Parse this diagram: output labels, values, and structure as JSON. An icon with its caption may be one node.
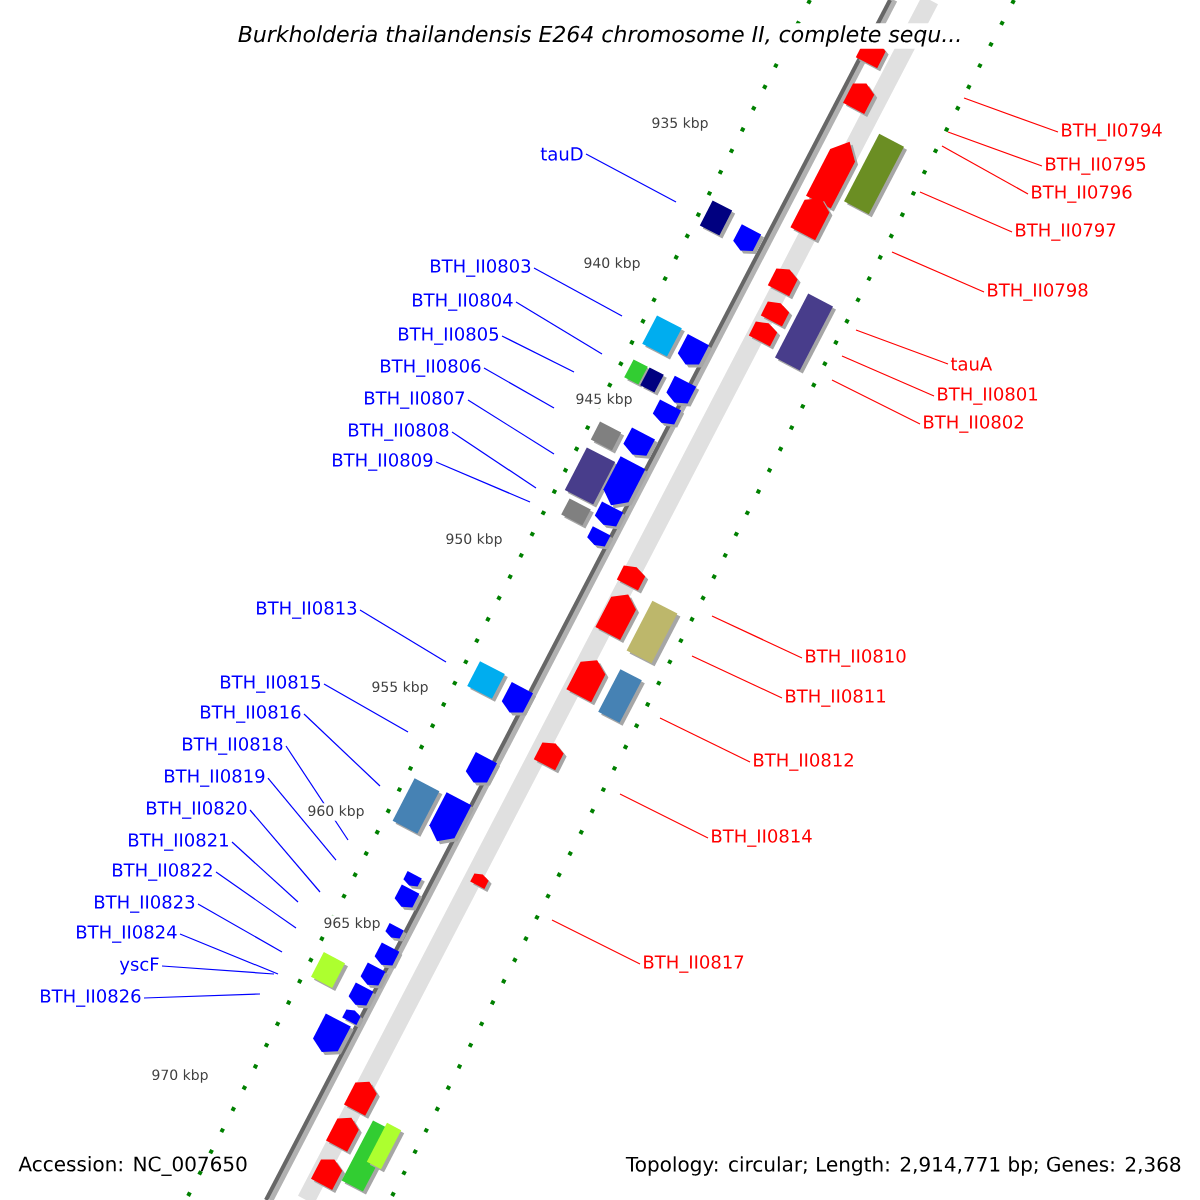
{
  "diagram": {
    "title": "Burkholderia thailandensis E264 chromosome II, complete sequ...",
    "nodes": [
      {
        "text": [
          "tauD"
        ]
      },
      {
        "text": [
          "BTH_II0803"
        ]
      },
      {
        "text": [
          "BTH_II0804"
        ]
      },
      {
        "text": [
          "BTH_II0805"
        ]
      },
      {
        "text": [
          "BTH_II0806"
        ]
      },
      {
        "text": [
          "BTH_II0807"
        ]
      },
      {
        "text": [
          "BTH_II0808"
        ]
      },
      {
        "text": [
          "BTH_II0809"
        ]
      },
      {
        "text": [
          "BTH_II0813"
        ]
      },
      {
        "text": [
          "BTH_II0815"
        ]
      },
      {
        "text": [
          "BTH_II0816"
        ]
      },
      {
        "text": [
          "BTH_II0818"
        ]
      },
      {
        "text": [
          "BTH_II0819"
        ]
      },
      {
        "text": [
          "BTH_II0820"
        ]
      },
      {
        "text": [
          "BTH_II0821"
        ]
      },
      {
        "text": [
          "BTH_II0822"
        ]
      },
      {
        "text": [
          "BTH_II0823"
        ]
      },
      {
        "text": [
          "BTH_II0824"
        ]
      },
      {
        "text": [
          "yscF"
        ]
      },
      {
        "text": [
          "BTH_II0826"
        ]
      },
      {
        "text": [
          "BTH_II0794"
        ]
      },
      {
        "text": [
          "BTH_II0795"
        ]
      },
      {
        "text": [
          "BTH_II0796"
        ]
      },
      {
        "text": [
          "BTH_II0797"
        ]
      },
      {
        "text": [
          "BTH_II0798"
        ]
      },
      {
        "text": [
          "tauA"
        ]
      },
      {
        "text": [
          "BTH_II0801"
        ]
      },
      {
        "text": [
          "BTH_II0802"
        ]
      },
      {
        "text": [
          "BTH_II0810"
        ]
      },
      {
        "text": [
          "BTH_II0811"
        ]
      },
      {
        "text": [
          "BTH_II0812"
        ]
      },
      {
        "text": [
          "BTH_II0814"
        ]
      },
      {
        "text": [
          "BTH_II0817"
        ]
      }
    ],
    "edges": [
      {
        "from": 0,
        "to": null,
        "arrow": "none"
      },
      {
        "from": 1,
        "to": null,
        "arrow": "none"
      },
      {
        "from": 2,
        "to": null,
        "arrow": "none"
      },
      {
        "from": 3,
        "to": null,
        "arrow": "none"
      },
      {
        "from": 4,
        "to": null,
        "arrow": "none"
      },
      {
        "from": 5,
        "to": null,
        "arrow": "none"
      },
      {
        "from": 6,
        "to": null,
        "arrow": "none"
      },
      {
        "from": 7,
        "to": null,
        "arrow": "none"
      },
      {
        "from": 8,
        "to": null,
        "arrow": "none"
      },
      {
        "from": 9,
        "to": null,
        "arrow": "none"
      },
      {
        "from": 10,
        "to": null,
        "arrow": "none"
      },
      {
        "from": 11,
        "to": null,
        "arrow": "none"
      },
      {
        "from": 12,
        "to": null,
        "arrow": "none"
      },
      {
        "from": 13,
        "to": null,
        "arrow": "none"
      },
      {
        "from": 14,
        "to": null,
        "arrow": "none"
      },
      {
        "from": 15,
        "to": null,
        "arrow": "none"
      },
      {
        "from": 16,
        "to": null,
        "arrow": "none"
      },
      {
        "from": 17,
        "to": null,
        "arrow": "none"
      },
      {
        "from": 18,
        "to": null,
        "arrow": "none"
      },
      {
        "from": 19,
        "to": null,
        "arrow": "none"
      },
      {
        "from": 20,
        "to": null,
        "arrow": "none",
        "color": "#ff0000"
      },
      {
        "from": 21,
        "to": null,
        "arrow": "none",
        "color": "#ff0000"
      },
      {
        "from": 22,
        "to": null,
        "arrow": "none",
        "color": "#ff0000"
      },
      {
        "from": 23,
        "to": null,
        "arrow": "none",
        "color": "#ff0000"
      },
      {
        "from": 24,
        "to": null,
        "arrow": "none",
        "color": "#ff0000"
      },
      {
        "from": 25,
        "to": null,
        "arrow": "none",
        "color": "#ff0000"
      },
      {
        "from": 26,
        "to": null,
        "arrow": "none",
        "color": "#ff0000"
      },
      {
        "from": 27,
        "to": null,
        "arrow": "none",
        "color": "#ff0000"
      },
      {
        "from": 28,
        "to": null,
        "arrow": "none",
        "color": "#ff0000"
      },
      {
        "from": 29,
        "to": null,
        "arrow": "none",
        "color": "#ff0000"
      },
      {
        "from": 30,
        "to": null,
        "arrow": "none",
        "color": "#ff0000"
      },
      {
        "from": 31,
        "to": null,
        "arrow": "none",
        "color": "#ff0000"
      },
      {
        "from": 32,
        "to": null,
        "arrow": "none",
        "color": "#ff0000"
      }
    ],
    "labels": [
      "935 kbp",
      "940 kbp",
      "945 kbp",
      "950 kbp",
      "955 kbp",
      "960 kbp",
      "965 kbp",
      "970 kbp",
      "Accession: NC_007650",
      "Topology: circular; Length: 2,914,771 bp; Genes: 2,368"
    ]
  }
}
